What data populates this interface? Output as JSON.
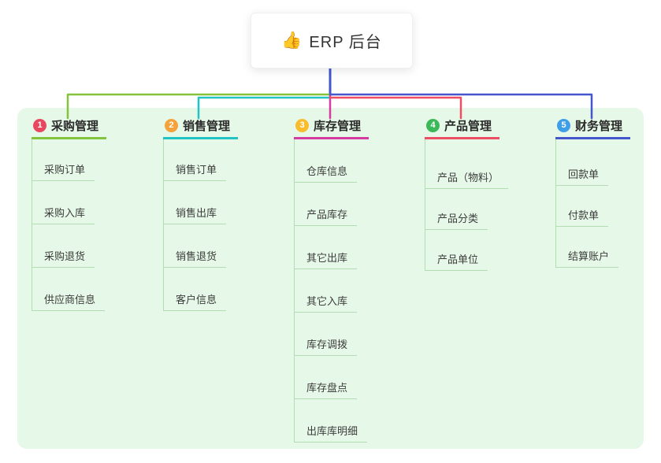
{
  "root": {
    "emoji": "👍",
    "label": "ERP 后台"
  },
  "branches": [
    {
      "num": "1",
      "title": "采购管理",
      "children": [
        "采购订单",
        "采购入库",
        "采购退货",
        "供应商信息"
      ]
    },
    {
      "num": "2",
      "title": "销售管理",
      "children": [
        "销售订单",
        "销售出库",
        "销售退货",
        "客户信息"
      ]
    },
    {
      "num": "3",
      "title": "库存管理",
      "children": [
        "仓库信息",
        "产品库存",
        "其它出库",
        "其它入库",
        "库存调拨",
        "库存盘点",
        "出库库明细"
      ]
    },
    {
      "num": "4",
      "title": "产品管理",
      "children": [
        "产品（物料）",
        "产品分类",
        "产品单位"
      ]
    },
    {
      "num": "5",
      "title": "财务管理",
      "children": [
        "回款单",
        "付款单",
        "结算账户"
      ]
    }
  ],
  "colors": {
    "branch-1": "#84c33c",
    "branch-2": "#22c3c3",
    "branch-3": "#d63ba2",
    "branch-4": "#ec4f63",
    "branch-5": "#4456cc",
    "badge-1": "#e8485f",
    "badge-2": "#f5a23b",
    "badge-3": "#f9bc2c",
    "badge-4": "#3bb857",
    "badge-5": "#3f9ee8",
    "root-line": "#4456cc",
    "child-line": "#b2ddb2",
    "panel-bg": "#e6f8e7",
    "emoji": "#f5a83a"
  }
}
